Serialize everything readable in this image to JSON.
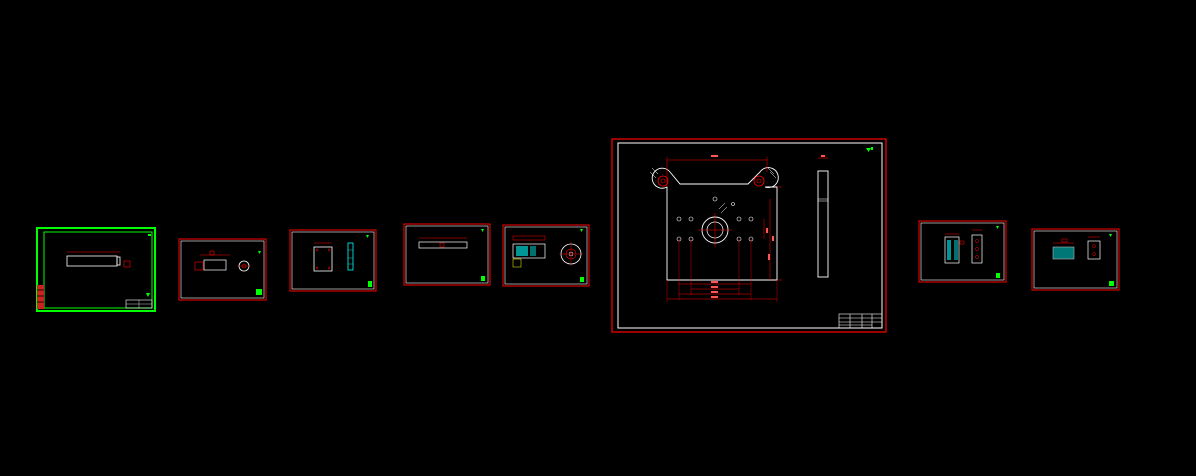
{
  "viewport": {
    "background": "#000000"
  },
  "colors": {
    "sheet_border": "#ff0000",
    "inner_border": "#ffffff",
    "selected_border": "#00ff00",
    "geometry": "#ffffff",
    "dimension": "#ff0000",
    "center_line": "#ff0000",
    "hatch": "#00ffff",
    "hidden": "#ffff00",
    "corner_mark": "#00ff00"
  },
  "sheets": [
    {
      "id": "sheet-1",
      "selected": true
    },
    {
      "id": "sheet-2",
      "selected": false
    },
    {
      "id": "sheet-3",
      "selected": false
    },
    {
      "id": "sheet-4",
      "selected": false
    },
    {
      "id": "sheet-5",
      "selected": false
    },
    {
      "id": "sheet-6",
      "selected": false
    },
    {
      "id": "sheet-7",
      "selected": false
    },
    {
      "id": "sheet-8",
      "selected": false
    }
  ]
}
